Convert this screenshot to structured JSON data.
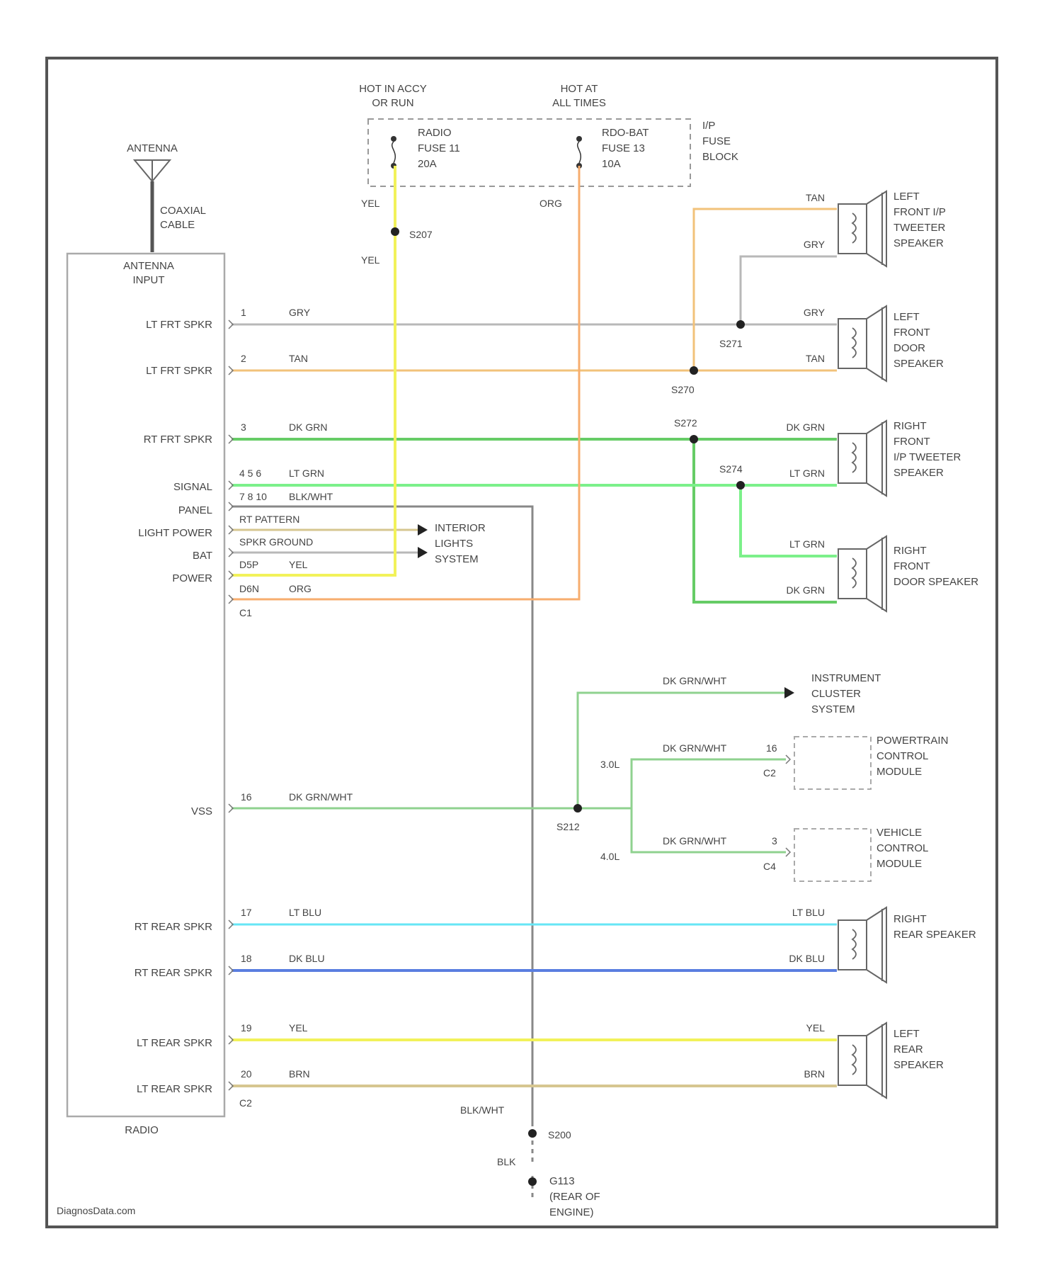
{
  "colors": {
    "frame": "#555555",
    "grey": "#b8b8b8",
    "tan": "#f2c27a",
    "dk_grn": "#66cc66",
    "lt_grn": "#7cf08a",
    "yellow": "#f2f25a",
    "orange": "#f7ad6e",
    "dk_grn_wht": "#8fd28f",
    "lt_blu": "#66e6f5",
    "dk_blu": "#5a7ee0",
    "brn": "#d6c690",
    "blk": "#888888"
  },
  "fuse_block": {
    "label": [
      "I/P",
      "FUSE",
      "BLOCK"
    ],
    "hot_acc_run": [
      "HOT IN ACCY",
      "OR RUN"
    ],
    "hot_all_times": [
      "HOT AT",
      "ALL TIMES"
    ],
    "radio_fuse": [
      "RADIO",
      "FUSE 11",
      "20A"
    ],
    "rdo_bat_fuse": [
      "RDO-BAT",
      "FUSE 13",
      "10A"
    ]
  },
  "antenna": {
    "label": "ANTENNA",
    "cable": [
      "COAXIAL",
      "CABLE"
    ],
    "input": [
      "ANTENNA",
      "INPUT"
    ]
  },
  "radio": {
    "label": "RADIO",
    "pins": {
      "lt_frt_1": "LT FRT SPKR",
      "lt_frt_2": "LT FRT SPKR",
      "rt_frt": "RT FRT SPKR",
      "signal": "SIGNAL",
      "panel": "PANEL",
      "light_power": "LIGHT POWER",
      "bat": "BAT",
      "power": "POWER",
      "vss": "VSS",
      "rt_rear_1": "RT REAR SPKR",
      "rt_rear_2": "RT REAR SPKR",
      "lt_rear_1": "LT REAR SPKR",
      "lt_rear_2": "LT REAR SPKR"
    },
    "connector_c1": "C1",
    "connector_c2": "C2"
  },
  "wires": {
    "w1": {
      "pin": "1",
      "color": "GRY"
    },
    "w2": {
      "pin": "2",
      "color": "TAN"
    },
    "w3": {
      "pin": "3",
      "color": "DK GRN"
    },
    "w4": {
      "pin": "4 5 6",
      "color": "LT GRN"
    },
    "w5": {
      "pin": "7 8 10",
      "color": "BLK/WHT"
    },
    "rt_pattern": "RT PATTERN",
    "spkr_ground": "SPKR GROUND",
    "d5p": "D5P",
    "d5p_color": "YEL",
    "d6n": "D6N",
    "d6n_color": "ORG",
    "vss": {
      "pin": "16",
      "color": "DK GRN/WHT"
    },
    "rr1": {
      "pin": "17",
      "color": "LT BLU"
    },
    "rr2": {
      "pin": "18",
      "color": "DK BLU"
    },
    "lr1": {
      "pin": "19",
      "color": "YEL"
    },
    "lr2": {
      "pin": "20",
      "color": "BRN"
    },
    "yel_top_1": "YEL",
    "yel_top_2": "YEL",
    "org_top": "ORG",
    "s207": "S207"
  },
  "speakers": {
    "lf_tweeter": {
      "label": [
        "LEFT",
        "FRONT I/P",
        "TWEETER",
        "SPEAKER"
      ],
      "wire_a": "TAN",
      "wire_b": "GRY"
    },
    "lf_door": {
      "label": [
        "LEFT",
        "FRONT",
        "DOOR",
        "SPEAKER"
      ],
      "wire_a": "GRY",
      "wire_b": "TAN"
    },
    "rf_tweeter": {
      "label": [
        "RIGHT",
        "FRONT",
        "I/P TWEETER",
        "SPEAKER"
      ],
      "wire_a": "DK GRN",
      "wire_b": "LT GRN"
    },
    "rf_door": {
      "label": [
        "RIGHT",
        "FRONT",
        "DOOR SPEAKER"
      ],
      "wire_a": "LT GRN",
      "wire_b": "DK GRN"
    },
    "r_rear": {
      "label": [
        "RIGHT",
        "REAR SPEAKER"
      ],
      "wire_a": "LT BLU",
      "wire_b": "DK BLU"
    },
    "l_rear": {
      "label": [
        "LEFT",
        "REAR",
        "SPEAKER"
      ],
      "wire_a": "YEL",
      "wire_b": "BRN"
    }
  },
  "splices": {
    "s271": "S271",
    "s270": "S270",
    "s272": "S272",
    "s274": "S274",
    "s212": "S212",
    "s200": "S200"
  },
  "interior_lights": [
    "INTERIOR",
    "LIGHTS",
    "SYSTEM"
  ],
  "instrument_cluster": {
    "label": [
      "INSTRUMENT",
      "CLUSTER",
      "SYSTEM"
    ],
    "wire": "DK GRN/WHT"
  },
  "pcm": {
    "label": [
      "POWERTRAIN",
      "CONTROL",
      "MODULE"
    ],
    "engine": "3.0L",
    "wire": "DK GRN/WHT",
    "pin": "16",
    "connector": "C2"
  },
  "vcm": {
    "label": [
      "VEHICLE",
      "CONTROL",
      "MODULE"
    ],
    "engine": "4.0L",
    "wire": "DK GRN/WHT",
    "pin": "3",
    "connector": "C4"
  },
  "ground": {
    "wire_top": "BLK/WHT",
    "wire_bottom": "BLK",
    "label": [
      "G113",
      "(REAR OF",
      "ENGINE)"
    ]
  },
  "watermark": "DiagnosData.com"
}
